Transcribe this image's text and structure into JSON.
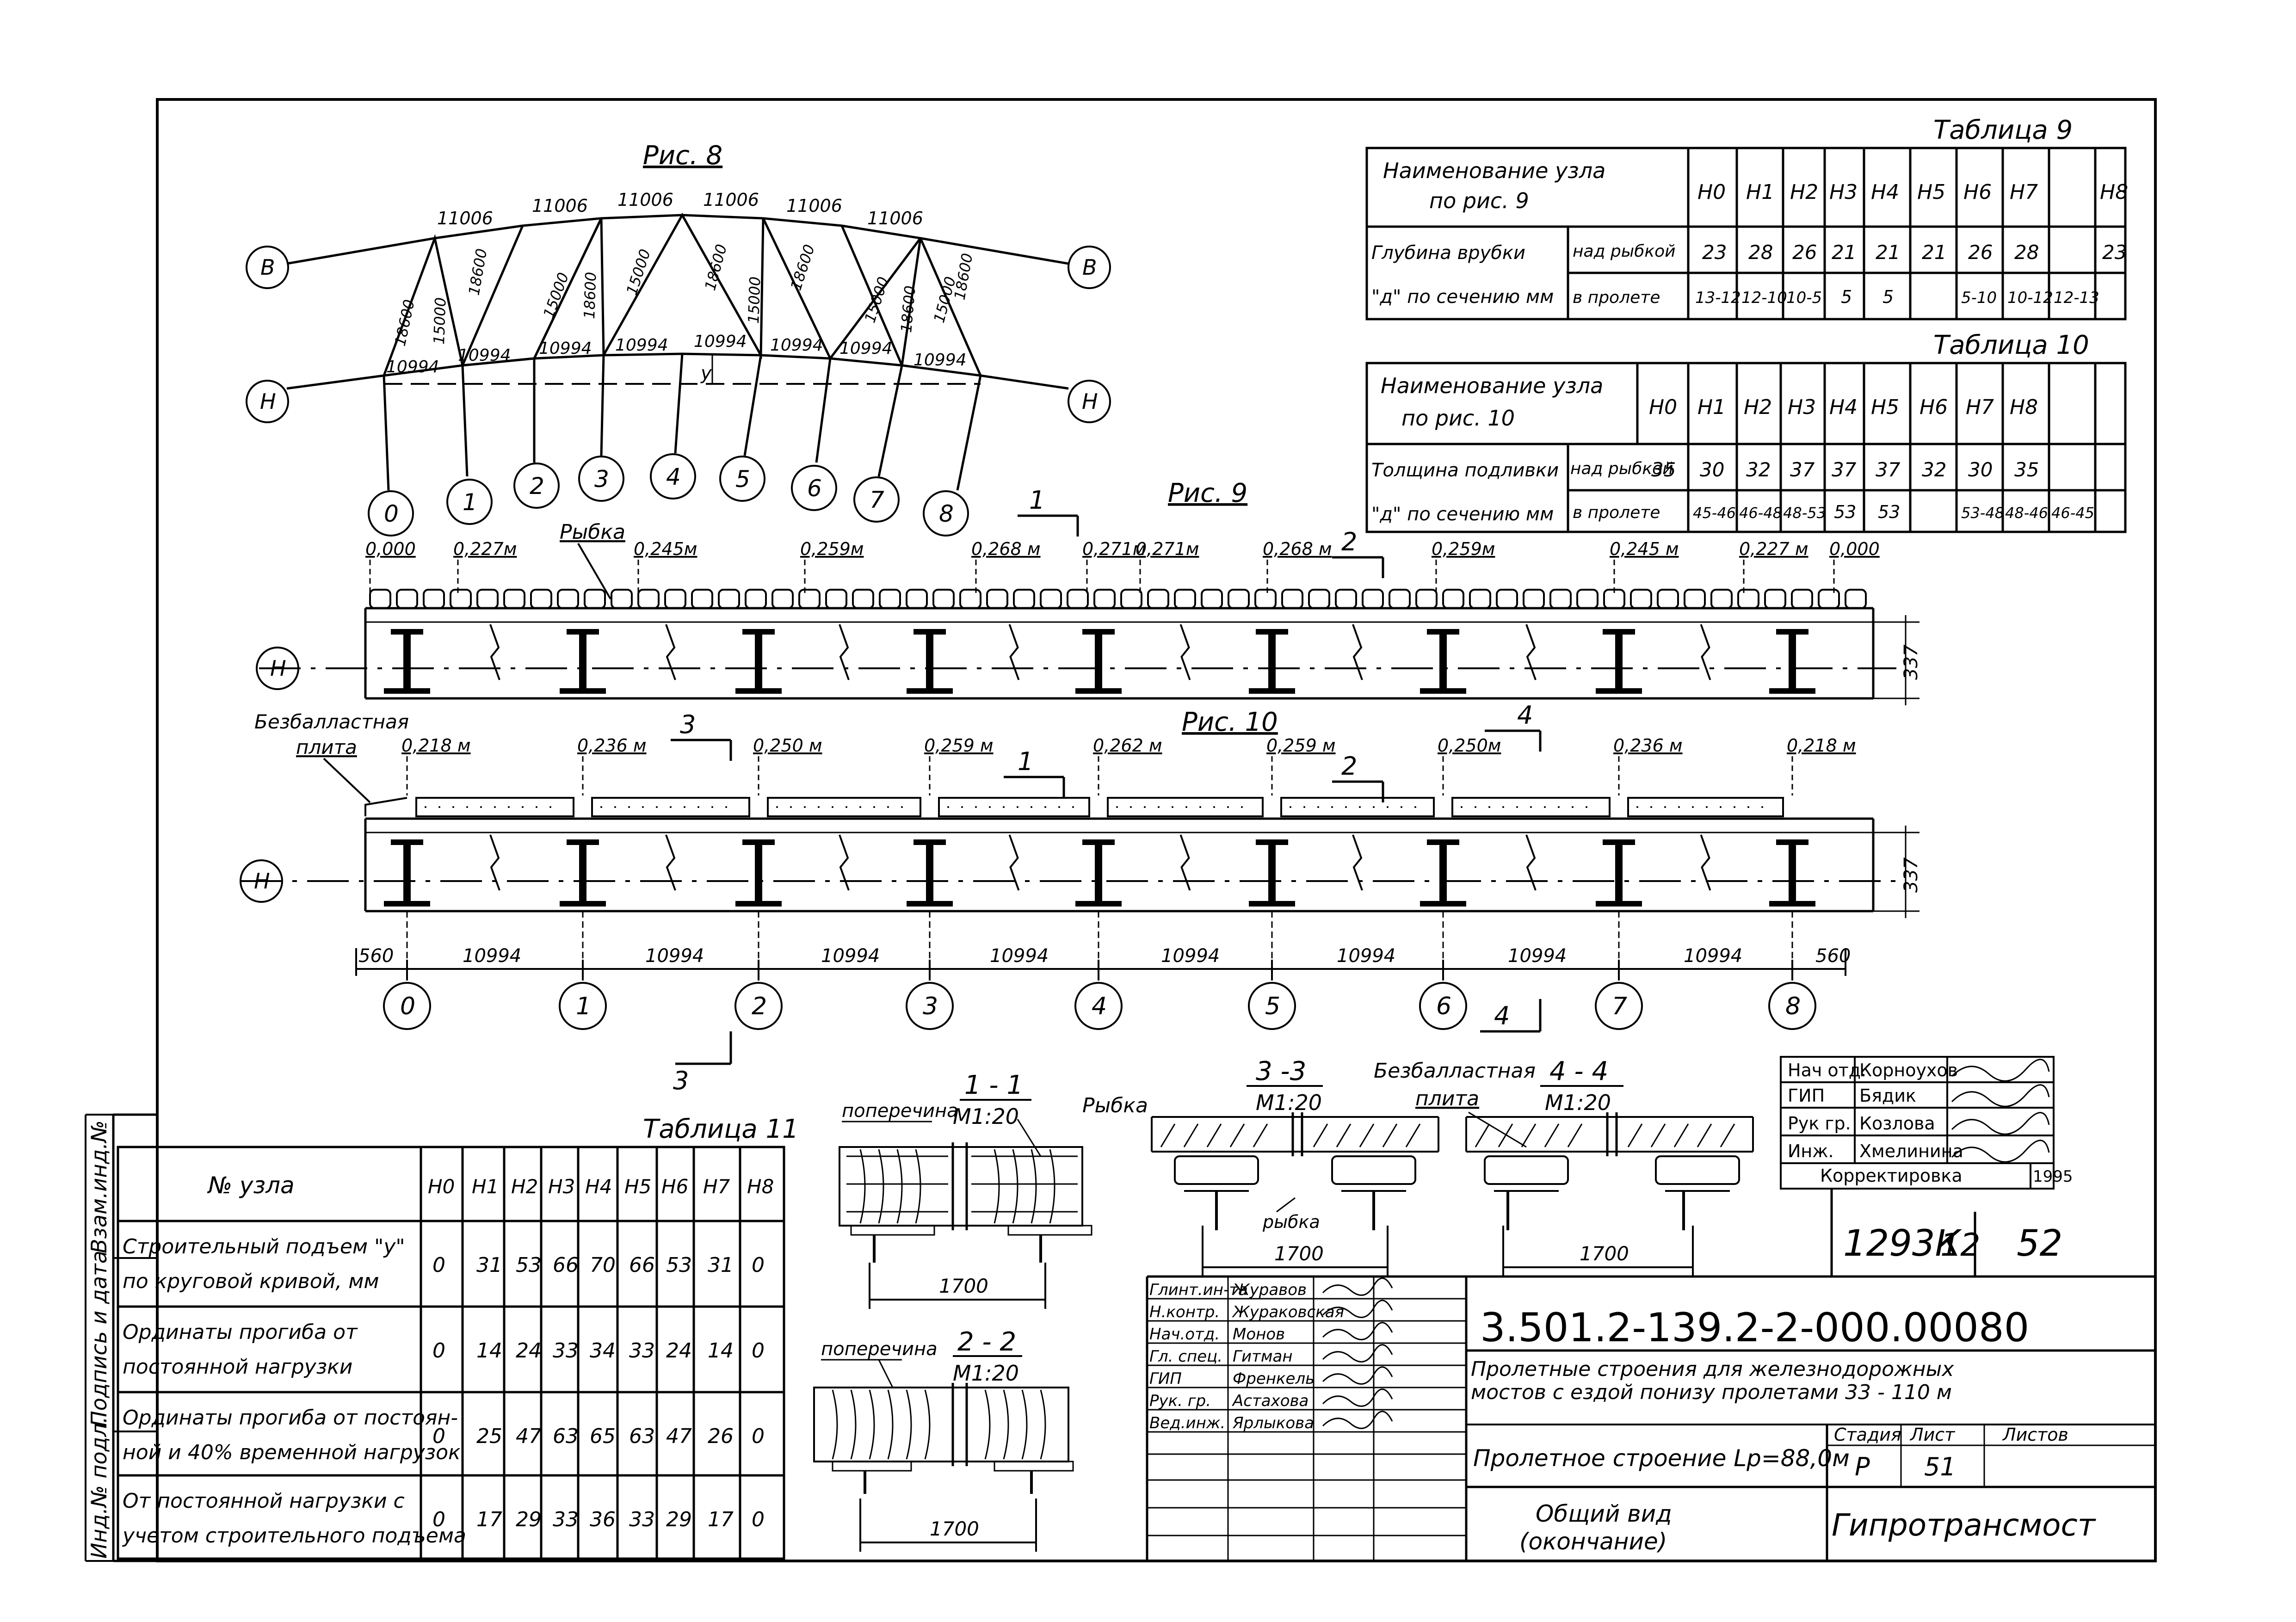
{
  "fig8": {
    "title": "Рис. 8",
    "top_lengths": [
      "11006",
      "11006",
      "11006",
      "11006",
      "11006",
      "11006"
    ],
    "bottom_lengths": [
      "10994",
      "10994",
      "10994",
      "10994",
      "10994",
      "10994",
      "10994",
      "10994"
    ],
    "diag_labels": [
      "18600",
      "15000",
      "18600",
      "15000",
      "18600",
      "15000",
      "18600",
      "15000",
      "18600",
      "15000",
      "18600",
      "15000",
      "18600"
    ],
    "label_B": "В",
    "label_H": "Н",
    "label_y": "у"
  },
  "node_numbers": [
    "0",
    "1",
    "2",
    "3",
    "4",
    "5",
    "6",
    "7",
    "8"
  ],
  "fig9": {
    "title": "Рис. 9",
    "fish_label": "Рыбка",
    "elevations": [
      "0,000",
      "0,227м",
      "0,245м",
      "0,259м",
      "0,268 м",
      "0,271м",
      "0,271м",
      "0,268 м",
      "0,259м",
      "0,245 м",
      "0,227 м",
      "0,000"
    ],
    "height": "337",
    "label_H": "Н",
    "sect1": "1",
    "sect2": "2"
  },
  "fig10": {
    "title": "Рис. 10",
    "slab_label_1": "Безбалластная",
    "slab_label_2": "плита",
    "elevations": [
      "0,218 м",
      "0,236 м",
      "0,250 м",
      "0,259 м",
      "0,262 м",
      "0,259 м",
      "0,250м",
      "0,236 м",
      "0,218 м"
    ],
    "height": "337",
    "label_H": "Н",
    "sect1": "1",
    "sect2": "2",
    "sect3": "3",
    "sect4": "4",
    "dims": [
      "560",
      "10994",
      "10994",
      "10994",
      "10994",
      "10994",
      "10994",
      "10994",
      "10994",
      "560"
    ]
  },
  "table9": {
    "title": "Таблица 9",
    "header_label_1": "Наименование  узла",
    "header_label_2": "по рис. 9",
    "cols": [
      "Н0",
      "Н1",
      "Н2",
      "Н3",
      "Н4",
      "Н5",
      "Н6",
      "Н7",
      "Н8"
    ],
    "row_label_1": "Глубина врубки",
    "row_label_2": "\"д\" по сечению мм",
    "sub1": "над рыбкой",
    "sub2": "в пролете",
    "row1": [
      "23",
      "28",
      "26",
      "21",
      "21",
      "21",
      "26",
      "28",
      "23"
    ],
    "row2": [
      "13-12",
      "12-10",
      "10-5",
      "5",
      "5",
      "5-10",
      "10-12",
      "12-13"
    ]
  },
  "table10": {
    "title": "Таблица 10",
    "header_label_1": "Наименование  узла",
    "header_label_2": "по  рис.  10",
    "cols": [
      "Н0",
      "Н1",
      "Н2",
      "Н3",
      "Н4",
      "Н5",
      "Н6",
      "Н7",
      "Н8"
    ],
    "row_label_1": "Толщина подливки",
    "row_label_2": "\"д\" по сечению мм",
    "sub1": "над рыбкой",
    "sub2": "в пролете",
    "row1": [
      "35",
      "30",
      "32",
      "37",
      "37",
      "37",
      "32",
      "30",
      "35"
    ],
    "row2": [
      "45-46",
      "46-48",
      "48-53",
      "53",
      "53",
      "53-48",
      "48-46",
      "46-45"
    ]
  },
  "table11": {
    "title": "Таблица 11",
    "header_label": "№ узла",
    "cols": [
      "Н0",
      "Н1",
      "Н2",
      "Н3",
      "Н4",
      "Н5",
      "Н6",
      "Н7",
      "Н8"
    ],
    "rows": [
      {
        "label1": "Строительный подъем \"у\"",
        "label2": "по круговой кривой, мм",
        "values": [
          "0",
          "31",
          "53",
          "66",
          "70",
          "66",
          "53",
          "31",
          "0"
        ]
      },
      {
        "label1": "Ординаты прогиба от",
        "label2": "постоянной нагрузки",
        "values": [
          "0",
          "14",
          "24",
          "33",
          "34",
          "33",
          "24",
          "14",
          "0"
        ]
      },
      {
        "label1": "Ординаты прогиба от постоян-",
        "label2": "ной и 40% временной нагрузок",
        "values": [
          "0",
          "25",
          "47",
          "63",
          "65",
          "63",
          "47",
          "26",
          "0"
        ]
      },
      {
        "label1": "От постоянной нагрузки с",
        "label2": "учетом строительного подъема",
        "values": [
          "0",
          "17",
          "29",
          "33",
          "36",
          "33",
          "29",
          "17",
          "0"
        ]
      }
    ]
  },
  "sections": {
    "s11_title": "1 - 1",
    "s11_scale": "М1:20",
    "s11_cross": "поперечина",
    "s11_fish": "Рыбка",
    "s11_dim": "1700",
    "s22_title": "2 - 2",
    "s22_scale": "М1:20",
    "s22_cross": "поперечина",
    "s22_dim": "1700",
    "s33_title": "3 -3",
    "s33_scale": "М1:20",
    "s33_fish": "рыбка",
    "s33_dim": "1700",
    "s44_title": "4 - 4",
    "s44_scale": "М1:20",
    "s44_slab_1": "Безбалластная",
    "s44_slab_2": "плита",
    "s44_dim": "1700"
  },
  "approval": {
    "rows": [
      {
        "role": "Нач отд.",
        "name": "Корноухов"
      },
      {
        "role": "ГИП",
        "name": "Бядик"
      },
      {
        "role": "Рук гр.",
        "name": "Козлова"
      },
      {
        "role": "Инж.",
        "name": "Хмелинина"
      }
    ],
    "correction": "Корректировка",
    "year": "1995",
    "sheet_code": "1293К",
    "sheet_sub": "12",
    "sheet_num": "52"
  },
  "title_block": {
    "signers": [
      {
        "role": "Глинт.ин-та",
        "name": "Журавов"
      },
      {
        "role": "Н.контр.",
        "name": "Жураковская"
      },
      {
        "role": "Нач.отд.",
        "name": "Монов"
      },
      {
        "role": "Гл. спец.",
        "name": "Гитман"
      },
      {
        "role": "ГИП",
        "name": "Френкель"
      },
      {
        "role": "Рук. гр.",
        "name": "Астахова"
      },
      {
        "role": "Вед.инж.",
        "name": "Ярлыкова"
      }
    ],
    "code": "3.501.2-139.2-2-000.00080",
    "project_1": "Пролетные  строения  для  железнодорожных",
    "project_2": "мостов  с  ездой  понизу  пролетами  33 - 110  м",
    "object": "Пролетное строение Lр=88,0м",
    "stage_label": "Стадия",
    "sheet_label": "Лист",
    "sheets_label": "Листов",
    "stage": "Р",
    "sheet": "51",
    "name_1": "Общий  вид",
    "name_2": "(окончание)",
    "org": "Гипротрансмост"
  },
  "stamp": {
    "inv_orig": "Инд.№ подл.",
    "sign_date": "Подпись и дата",
    "inv_dup": "Взам.инд.№"
  }
}
